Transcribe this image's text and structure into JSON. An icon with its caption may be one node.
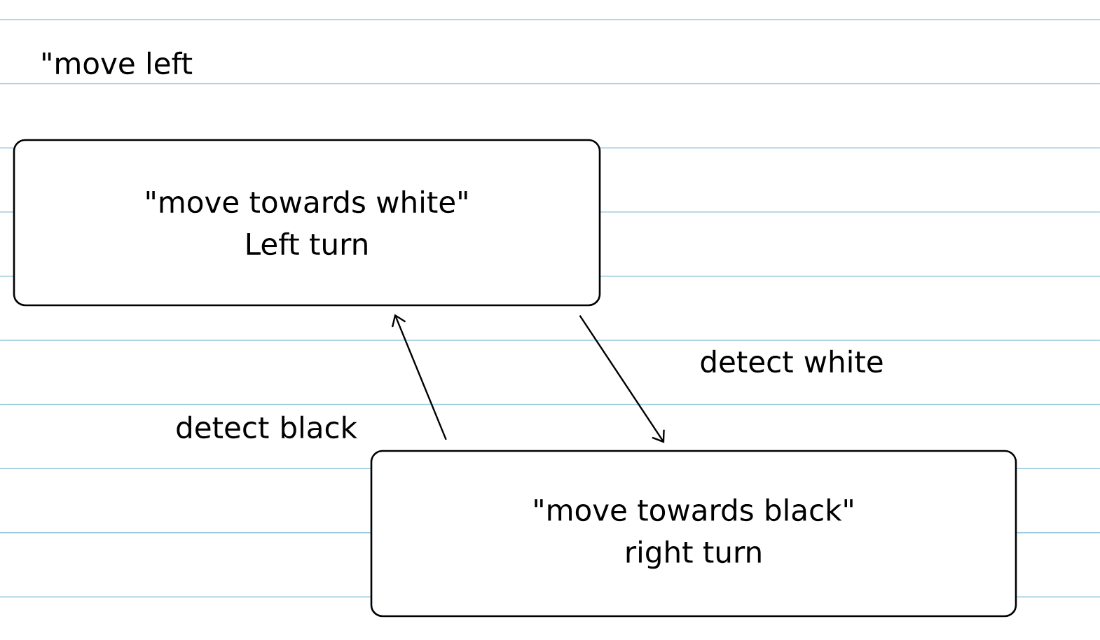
{
  "diagram": {
    "nodes": [
      {
        "text": [
          "\"move towards white\"",
          "Left turn"
        ]
      },
      {
        "text": [
          "\"move towards black\"",
          "right turn"
        ]
      }
    ],
    "edges": [
      {
        "from": 0,
        "to": 1,
        "arrow": "to",
        "label": "detect white"
      },
      {
        "from": 1,
        "to": 0,
        "arrow": "to",
        "label": "detect black"
      }
    ],
    "labels": [
      "\"move left"
    ]
  }
}
